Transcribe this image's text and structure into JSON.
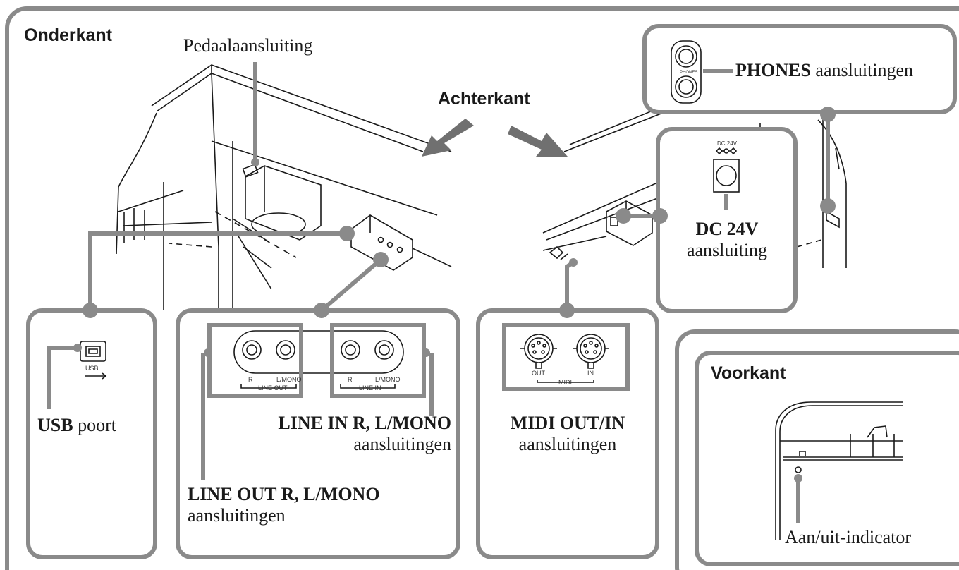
{
  "sections": {
    "bottom": "Onderkant",
    "back": "Achterkant",
    "front": "Voorkant"
  },
  "labels": {
    "pedal": "Pedaalaansluiting",
    "phones_bold": "PHONES",
    "phones_rest": " aansluitingen",
    "dc_bold": "DC 24V",
    "dc_rest": "aansluiting",
    "usb_bold": "USB",
    "usb_rest": " poort",
    "line_in_bold": "LINE IN R, L/MONO",
    "line_in_rest": "aansluitingen",
    "line_out_bold": "LINE OUT R, L/MONO",
    "line_out_rest": "aansluitingen",
    "midi_bold": "MIDI OUT/IN",
    "midi_rest": "aansluitingen",
    "power_indicator": "Aan/uit-indicator"
  },
  "panel_text": {
    "phones": "PHONES",
    "dc": "DC 24V",
    "usb": "USB",
    "r": "R",
    "lmono": "L/MONO",
    "line_out": "LINE OUT",
    "line_in": "LINE IN",
    "out": "OUT",
    "in": "IN",
    "midi": "MIDI"
  },
  "colors": {
    "frame": "#8a8a8a",
    "ink": "#1a1a1a",
    "marker": "#8a8a8a"
  }
}
